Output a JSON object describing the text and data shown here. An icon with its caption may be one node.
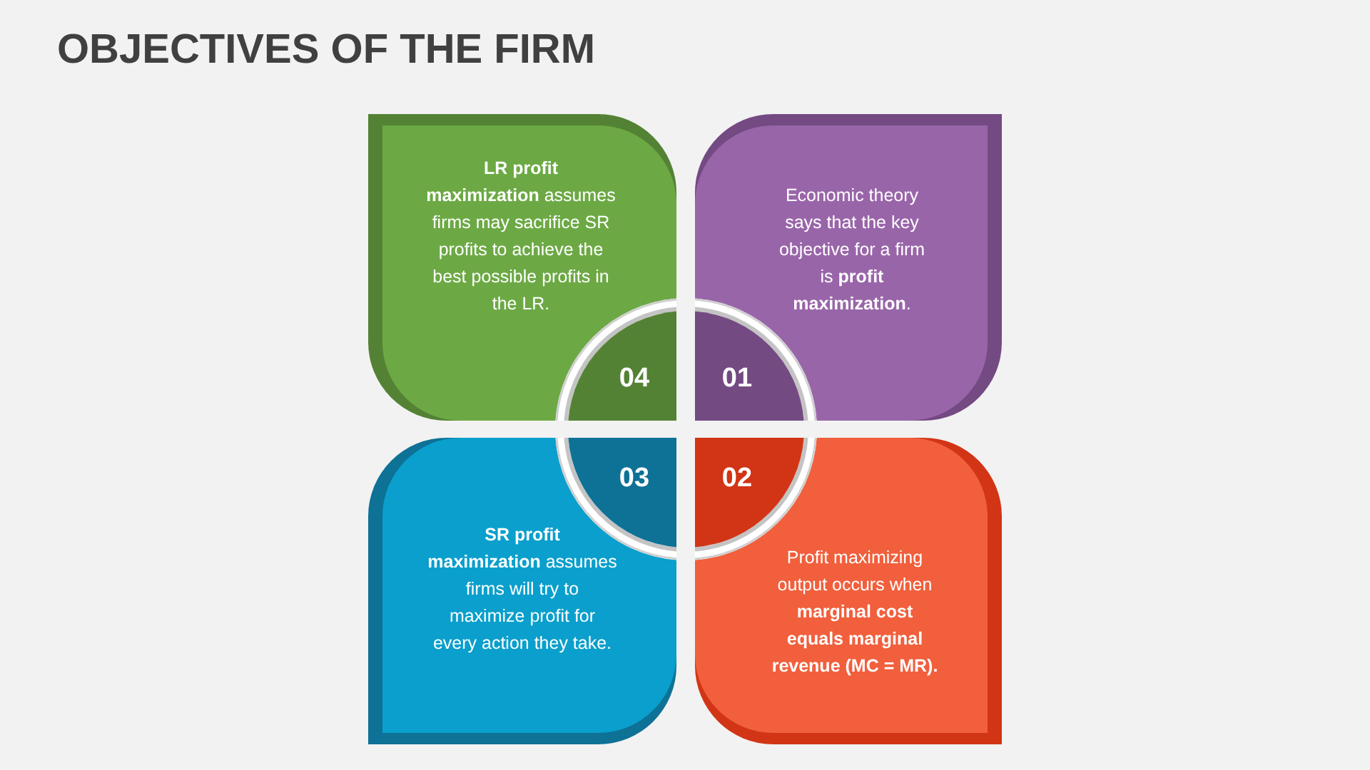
{
  "diagram": {
    "title": "OBJECTIVES OF THE FIRM",
    "nodes": [
      {
        "text": [
          "Economic theory says that the key objective for a firm is **profit maximization**."
        ]
      },
      {
        "text": [
          "01"
        ],
        "in": 0
      },
      {
        "text": [
          "Profit maximizing output occurs when **marginal cost equals marginal revenue (MC = MR).**"
        ]
      },
      {
        "text": [
          "02"
        ],
        "in": 2
      },
      {
        "text": [
          "**SR profit maximization** assumes firms will try to maximize profit for every action they take."
        ]
      },
      {
        "text": [
          "03"
        ],
        "in": 4
      },
      {
        "text": [
          "**LR profit maximization** assumes firms may sacrifice SR profits to achieve the best possible profits in the LR."
        ]
      },
      {
        "text": [
          "04"
        ],
        "in": 6
      }
    ]
  }
}
